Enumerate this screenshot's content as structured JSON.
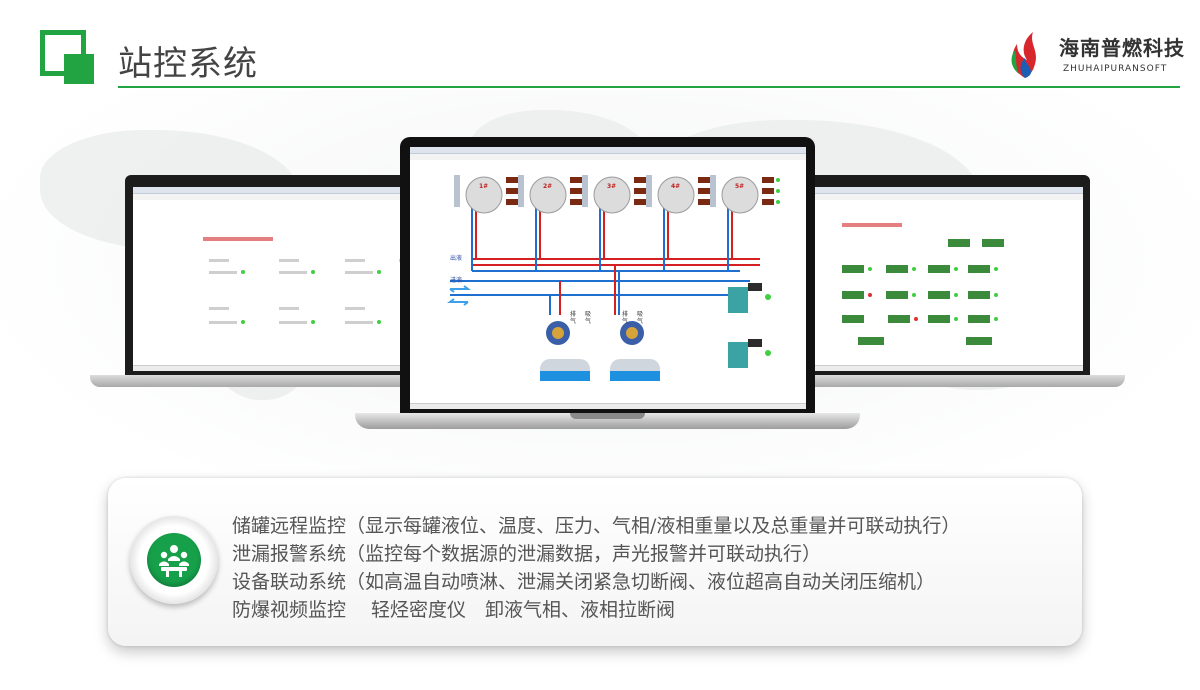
{
  "header": {
    "title": "站控系统",
    "brand_cn": "海南普燃科技",
    "brand_en": "ZHUHAIPURANSOFT"
  },
  "colors": {
    "accent": "#22a443",
    "badge": "#16a04a",
    "text": "#555555",
    "pipe_hot": "#d42020",
    "pipe_cold": "#1f6fd0"
  },
  "main_screen": {
    "tanks": [
      "1#",
      "2#",
      "3#",
      "4#",
      "5#"
    ],
    "labels": {
      "out": "出液",
      "in": "进液",
      "exhaust": "排气",
      "suction": "吸气"
    }
  },
  "features": [
    "储罐远程监控（显示每罐液位、温度、压力、气相/液相重量以及总重量并可联动执行）",
    "泄漏报警系统（监控每个数据源的泄漏数据，声光报警并可联动执行）",
    "设备联动系统（如高温自动喷淋、泄漏关闭紧急切断阀、液位超高自动关闭压缩机）",
    "防爆视频监控　 轻烃密度仪　卸液气相、液相拉断阀"
  ],
  "icons": {
    "feature_badge": "meeting-people-icon",
    "brand": "flame-logo-icon",
    "corner": "green-square-logo-icon"
  }
}
